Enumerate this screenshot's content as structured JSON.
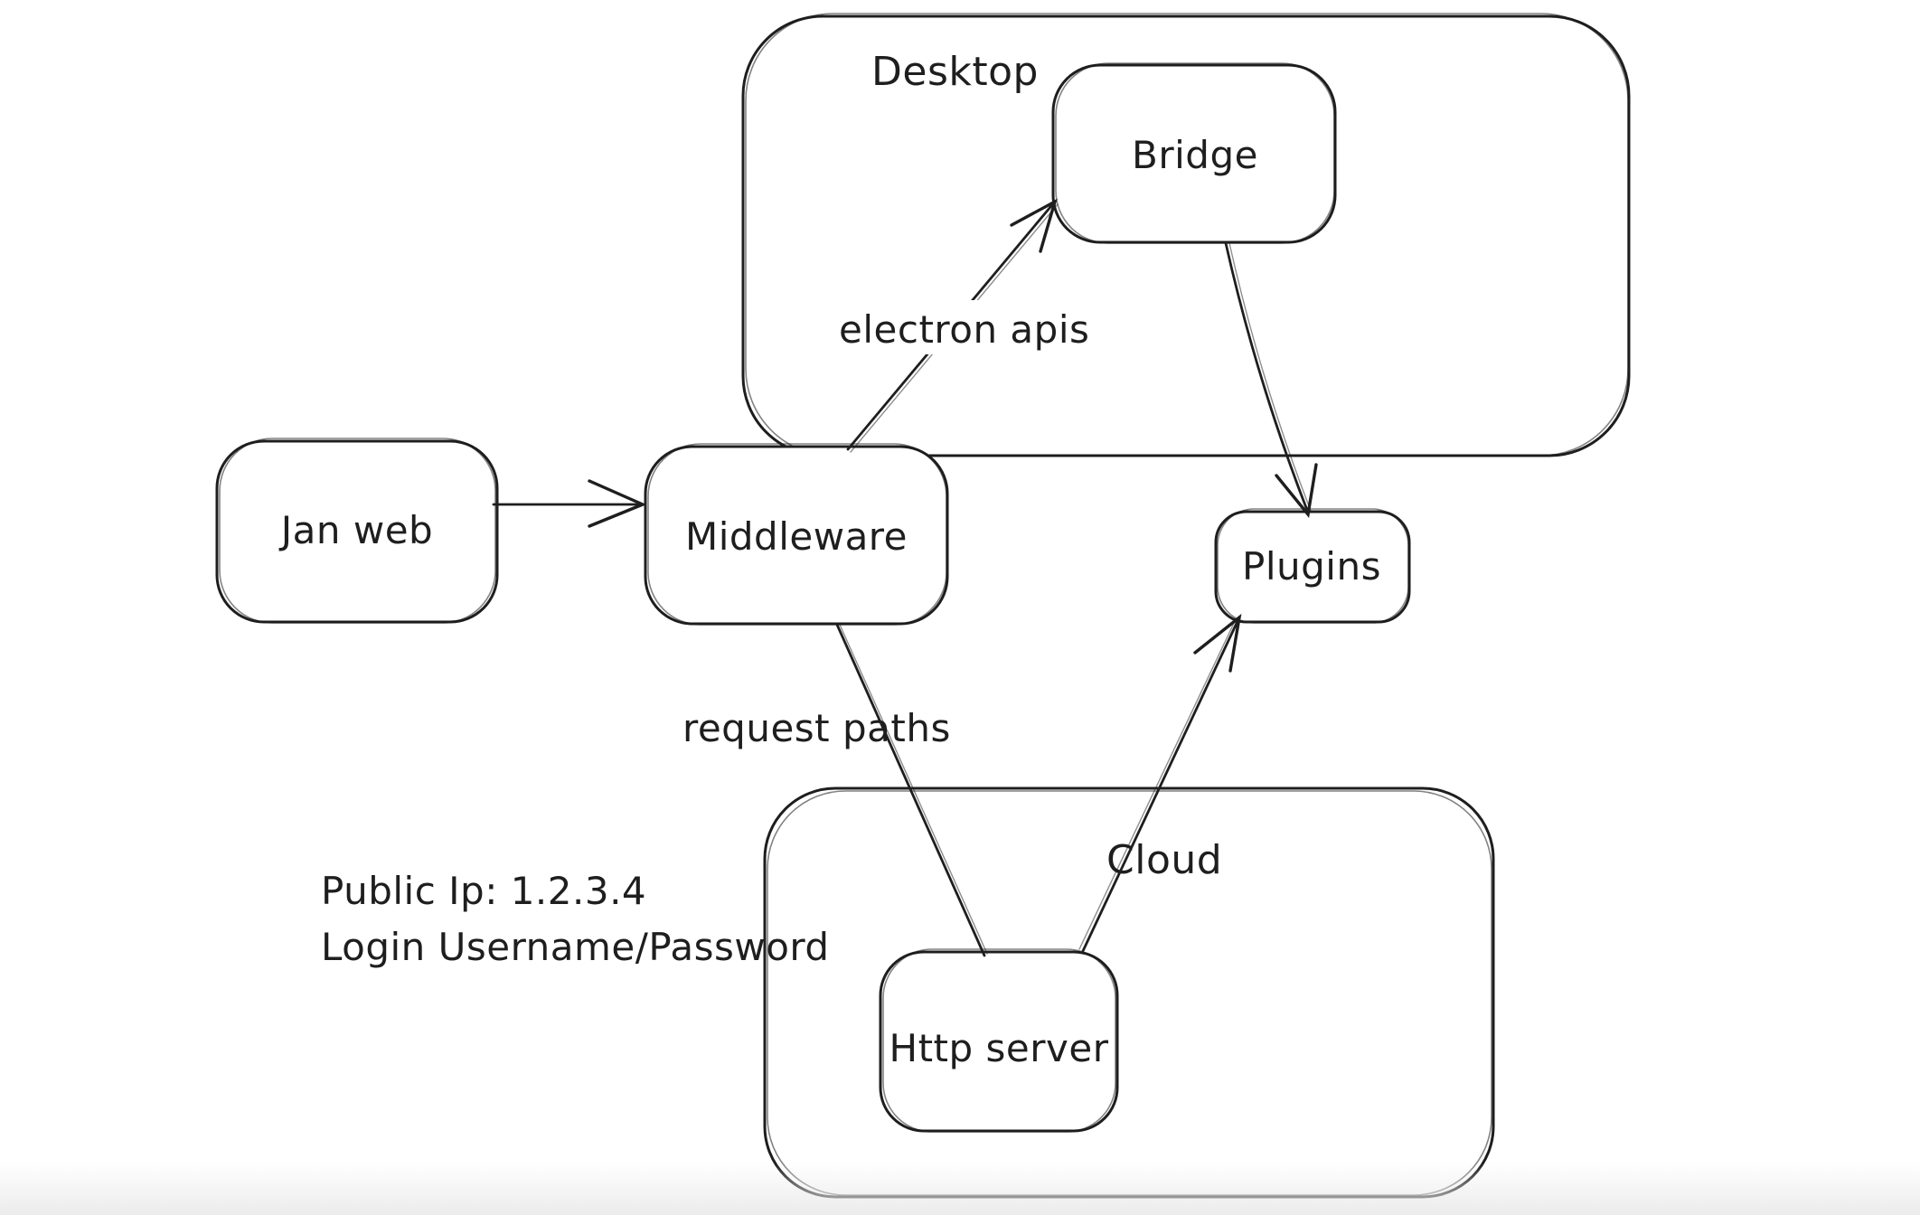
{
  "canvas": {
    "background_color": "#ffffff",
    "stroke_color": "#1e1e1e",
    "bottom_fade_color": "#e9e9e9"
  },
  "containers": [
    {
      "id": "desktop",
      "label": "Desktop"
    },
    {
      "id": "cloud",
      "label": "Cloud"
    }
  ],
  "nodes": [
    {
      "id": "jan-web",
      "label": "Jan web"
    },
    {
      "id": "middleware",
      "label": "Middleware"
    },
    {
      "id": "bridge",
      "label": "Bridge"
    },
    {
      "id": "plugins",
      "label": "Plugins"
    },
    {
      "id": "http-server",
      "label": "Http server"
    }
  ],
  "edges": [
    {
      "id": "jan-web-to-middleware",
      "from": "Jan web",
      "to": "Middleware",
      "label": ""
    },
    {
      "id": "middleware-to-bridge",
      "from": "Middleware",
      "to": "Bridge",
      "label": "electron apis"
    },
    {
      "id": "bridge-to-plugins",
      "from": "Bridge",
      "to": "Plugins",
      "label": ""
    },
    {
      "id": "middleware-to-http-server",
      "from": "Middleware",
      "to": "Http server",
      "label": "request paths"
    },
    {
      "id": "http-server-to-plugins",
      "from": "Http server",
      "to": "Plugins",
      "label": ""
    }
  ],
  "annotations": {
    "public_ip": "Public Ip: 1.2.3.4",
    "login": "Login Username/Password"
  }
}
